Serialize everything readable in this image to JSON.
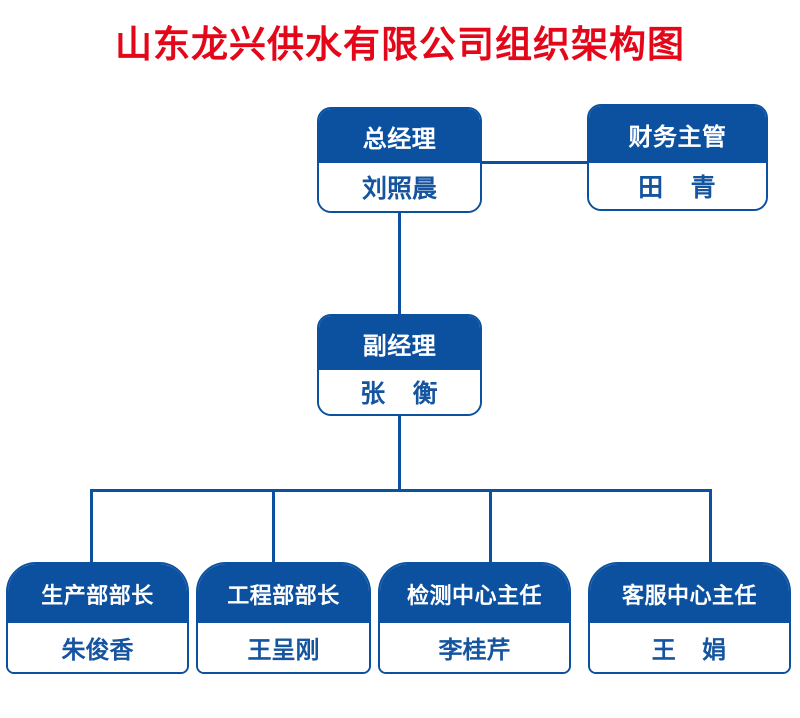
{
  "title": "山东龙兴供水有限公司组织架构图",
  "colors": {
    "title_red": "#e4071a",
    "node_blue": "#0b51a0",
    "body_text_blue": "#15549e",
    "background": "#ffffff"
  },
  "chart_data": {
    "type": "diagram",
    "diagram_kind": "organization-chart",
    "title": "山东龙兴供水有限公司组织架构图",
    "nodes": [
      {
        "id": "gm",
        "role": "总经理",
        "person": "刘照晨",
        "level": 1
      },
      {
        "id": "finance",
        "role": "财务主管",
        "person": "田　青",
        "level": 1
      },
      {
        "id": "deputy",
        "role": "副经理",
        "person": "张　衡",
        "level": 2
      },
      {
        "id": "dept0",
        "role": "生产部部长",
        "person": "朱俊香",
        "level": 3
      },
      {
        "id": "dept1",
        "role": "工程部部长",
        "person": "王呈刚",
        "level": 3
      },
      {
        "id": "dept2",
        "role": "检测中心主任",
        "person": "李桂芹",
        "level": 3
      },
      {
        "id": "dept3",
        "role": "客服中心主任",
        "person": "王　娟",
        "level": 3
      }
    ],
    "edges": [
      {
        "from": "gm",
        "to": "finance",
        "style": "horizontal"
      },
      {
        "from": "gm",
        "to": "deputy",
        "style": "vertical"
      },
      {
        "from": "deputy",
        "to": "dept0",
        "style": "elbow"
      },
      {
        "from": "deputy",
        "to": "dept1",
        "style": "elbow"
      },
      {
        "from": "deputy",
        "to": "dept2",
        "style": "elbow"
      },
      {
        "from": "deputy",
        "to": "dept3",
        "style": "elbow"
      }
    ]
  },
  "nodes": {
    "gm": {
      "role": "总经理",
      "person": "刘照晨"
    },
    "finance": {
      "role": "财务主管",
      "person": "田　青"
    },
    "deputy": {
      "role": "副经理",
      "person": "张　衡"
    },
    "dept0": {
      "role": "生产部部长",
      "person": "朱俊香"
    },
    "dept1": {
      "role": "工程部部长",
      "person": "王呈刚"
    },
    "dept2": {
      "role": "检测中心主任",
      "person": "李桂芹"
    },
    "dept3": {
      "role": "客服中心主任",
      "person": "王　娟"
    }
  }
}
